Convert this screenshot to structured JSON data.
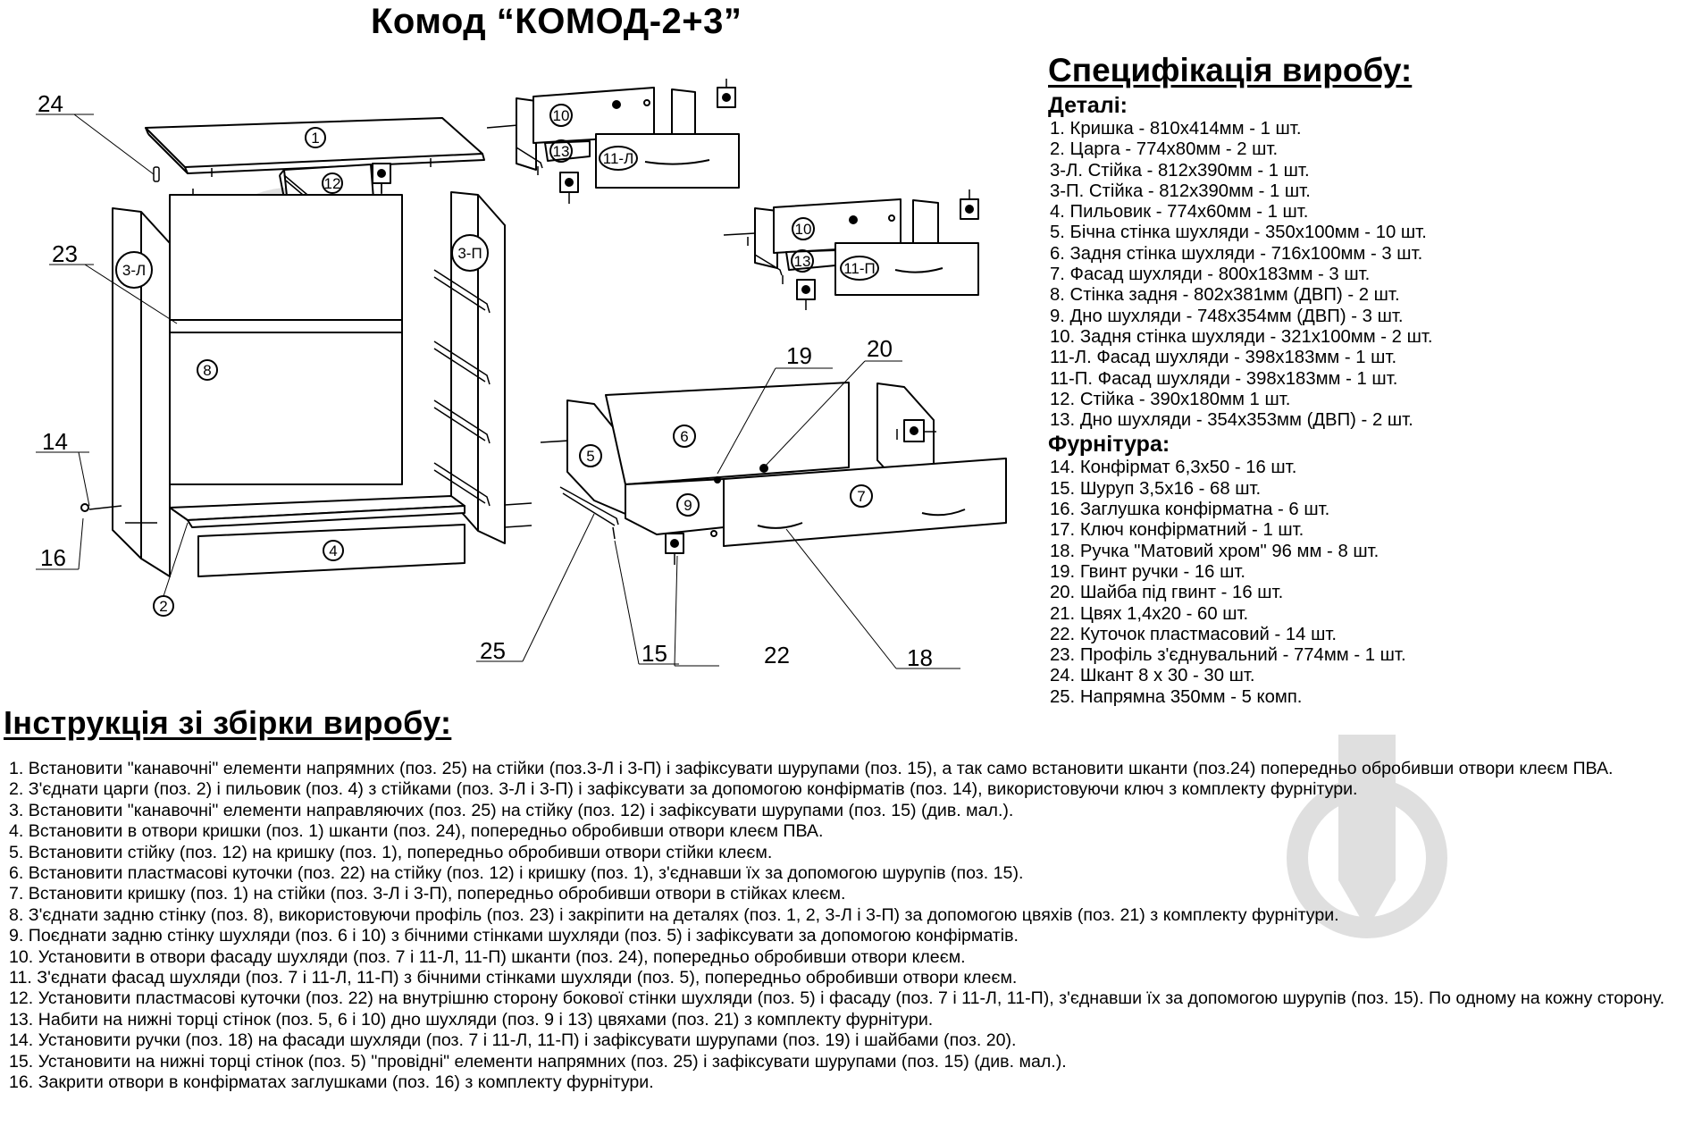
{
  "title": "Комод “КОМОД-2+3”",
  "spec": {
    "heading": "Специфікація виробу:",
    "parts_heading": "Деталі:",
    "parts": [
      "1. Кришка - 810x414мм - 1 шт.",
      "2. Царга - 774x80мм - 2 шт.",
      "3-Л. Стійка - 812x390мм - 1 шт.",
      "3-П. Стійка - 812x390мм - 1 шт.",
      "4. Пильовик - 774x60мм - 1 шт.",
      "5. Бічна стінка шухляди - 350x100мм - 10 шт.",
      "6. Задня стінка шухляди - 716x100мм - 3 шт.",
      "7. Фасад шухляди - 800x183мм - 3 шт.",
      "8. Стінка задня - 802x381мм (ДВП) - 2 шт.",
      "9. Дно шухляди - 748x354мм (ДВП) - 3 шт.",
      "10. Задня стінка шухляди - 321x100мм - 2 шт.",
      "11-Л. Фасад шухляди - 398x183мм - 1 шт.",
      "11-П. Фасад шухляди - 398x183мм - 1 шт.",
      "12. Стійка - 390x180мм 1 шт.",
      "13. Дно шухляди - 354x353мм (ДВП) - 2 шт."
    ],
    "hardware_heading": "Фурнітура:",
    "hardware": [
      "14. Конфірмат 6,3x50 - 16 шт.",
      "15. Шуруп 3,5x16 - 68 шт.",
      "16. Заглушка конфірматна - 6 шт.",
      "17. Ключ конфірматний - 1 шт.",
      "18. Ручка \"Матовий хром\" 96 мм - 8 шт.",
      "19. Гвинт ручки - 16 шт.",
      "20. Шайба під гвинт - 16 шт.",
      "21. Цвях 1,4x20 - 60 шт.",
      "22. Куточок пластмасовий - 14 шт.",
      "23. Профіль з'єднувальний - 774мм - 1 шт.",
      "24. Шкант 8 x 30 - 30 шт.",
      "25. Напрямна 350мм - 5 комп."
    ]
  },
  "instructions": {
    "heading": "Інструкція зі збірки виробу:",
    "steps": [
      {
        "num": "1.",
        "text": "Встановити \"канавочні\" елементи напрямних (поз. 25) на стійки (поз.3-Л і 3-П) і зафіксувати шурупами (поз. 15), а так само встановити шканти (поз.24) попередньо обробивши отвори клеєм ПВА."
      },
      {
        "num": "2.",
        "text": "З'єднати царги (поз. 2) і пильовик (поз. 4) з стійками (поз. 3-Л і 3-П) і зафіксувати за допомогою конфірматів (поз. 14), використовуючи ключ з комплекту фурнітури."
      },
      {
        "num": "3.",
        "text": "Встановити \"канавочні\" елементи направляючих (поз. 25) на стійку (поз. 12) і зафіксувати шурупами (поз. 15) (див. мал.)."
      },
      {
        "num": "4.",
        "text": "Встановити в отвори кришки (поз. 1) шканти (поз. 24), попередньо обробивши отвори клеєм ПВА."
      },
      {
        "num": "5.",
        "text": "Встановити стійку (поз. 12) на кришку (поз. 1), попередньо обробивши отвори стійки клеєм."
      },
      {
        "num": "6.",
        "text": "Встановити пластмасові куточки (поз. 22) на стійку (поз. 12) і кришку (поз. 1), з'єднавши їх за допомогою шурупів (поз. 15)."
      },
      {
        "num": "7.",
        "text": "Встановити кришку (поз. 1) на стійки (поз. 3-Л і 3-П), попередньо обробивши отвори в стійках клеєм."
      },
      {
        "num": "8.",
        "text": "З'єднати задню стінку (поз. 8), використовуючи профіль (поз. 23) і закріпити на деталях (поз. 1, 2, 3-Л і 3-П) за допомогою цвяхів (поз. 21) з комплекту фурнітури."
      },
      {
        "num": "9.",
        "text": "Поєднати задню стінку шухляди (поз. 6 і 10) з бічними стінками шухляди (поз. 5) і зафіксувати за допомогою конфірматів."
      },
      {
        "num": "10.",
        "text": "Установити в отвори фасаду шухляди (поз. 7 і 11-Л, 11-П) шканти (поз. 24), попередньо обробивши отвори клеєм."
      },
      {
        "num": "11.",
        "text": "З'єднати фасад шухляди (поз. 7 і 11-Л, 11-П) з бічними стінками шухляди (поз. 5), попередньо обробивши отвори клеєм."
      },
      {
        "num": "12.",
        "text": "Установити пластмасові куточки (поз. 22) на внутрішню сторону бокової стінки шухляди (поз. 5) і фасаду (поз. 7 і 11-Л, 11-П), з'єднавши їх за допомогою шурупів (поз. 15). По одному на кожну сторону."
      },
      {
        "num": "13.",
        "text": "Набити на нижні торці стінок (поз. 5, 6 і 10) дно шухляди (поз. 9 і 13) цвяхами (поз. 21) з комплекту фурнітури."
      },
      {
        "num": "14.",
        "text": "Установити ручки (поз. 18) на фасади шухляди (поз. 7 і 11-Л, 11-П) і зафіксувати шурупами (поз. 19) і шайбами (поз. 20)."
      },
      {
        "num": "15.",
        "text": "Установити на нижні торці стінок (поз. 5) \"провідні\" елементи напрямних (поз. 25) і зафіксувати шурупами (поз. 15) (див. мал.)."
      },
      {
        "num": "16.",
        "text": "Закрити отвори в конфірматах заглушками (поз. 16) з комплекту фурнітури."
      }
    ]
  },
  "diagram": {
    "callouts": {
      "c24": "24",
      "c23": "23",
      "c14": "14",
      "c16": "16",
      "c19": "19",
      "c20": "20",
      "c25": "25",
      "c15": "15",
      "c22": "22",
      "c18": "18"
    },
    "part_labels": {
      "p1": "1",
      "p2": "2",
      "p3l": "3-Л",
      "p3p": "3-П",
      "p4": "4",
      "p5": "5",
      "p6": "6",
      "p7": "7",
      "p8": "8",
      "p9": "9",
      "p10a": "10",
      "p10b": "10",
      "p11l": "11-Л",
      "p11p": "11-П",
      "p12": "12",
      "p13a": "13",
      "p13b": "13"
    }
  }
}
